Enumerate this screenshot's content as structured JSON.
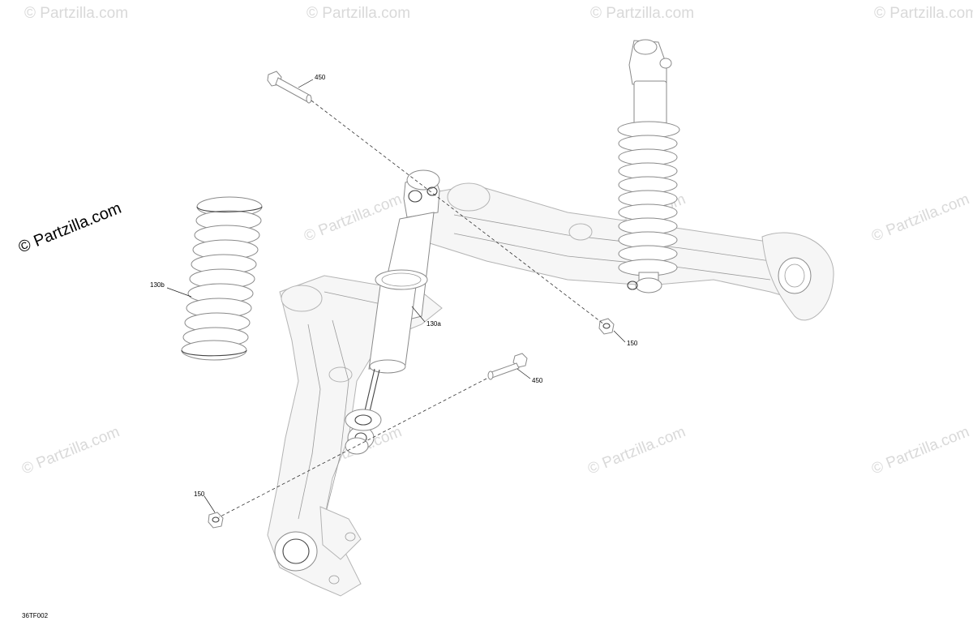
{
  "diagram": {
    "title": "",
    "drawing_code": "36TF002",
    "brand_label": "© Partzilla.com",
    "watermark_text": "© Partzilla.com",
    "callouts": [
      {
        "id": "bolt-top",
        "label": "450"
      },
      {
        "id": "spring",
        "label": "130b"
      },
      {
        "id": "shock-left",
        "label": "130a"
      },
      {
        "id": "nut-right",
        "label": "150"
      },
      {
        "id": "bolt-lower",
        "label": "450"
      },
      {
        "id": "nut-lower",
        "label": "150"
      }
    ]
  }
}
